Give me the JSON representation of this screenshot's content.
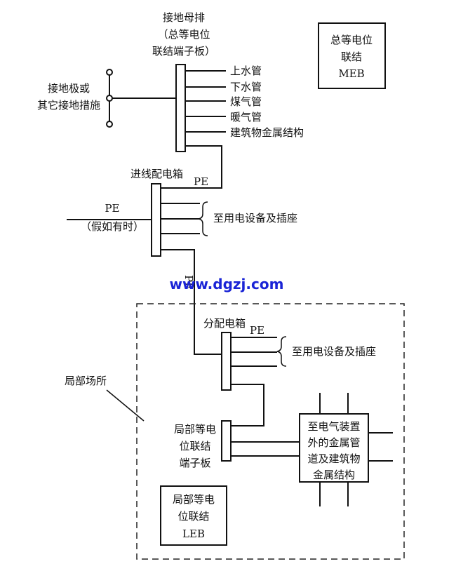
{
  "meb_main_bar_label": [
    "接地母排",
    "（总等电位",
    "联结端子板）"
  ],
  "meb_box": [
    "总等电位",
    "联结",
    "MEB"
  ],
  "earth_label": [
    "接地极或",
    "其它接地措施"
  ],
  "pipes": [
    "上水管",
    "下水管",
    "煤气管",
    "暖气管",
    "建筑物金属结构"
  ],
  "incoming_box_label": "进线配电箱",
  "pe": "PE",
  "pe_left": "PE",
  "pe_left_note": "（假如有时）",
  "to_equipment_1": "至用电设备及插座",
  "pe_vertical": "PE",
  "watermark": "www.dgzj.com",
  "dist_box_label": "分配电箱",
  "pe_dist": "PE",
  "to_equipment_2": "至用电设备及插座",
  "local_place": "局部场所",
  "leb_bar_label": [
    "局部等电",
    "位联结",
    "端子板"
  ],
  "ext_box": [
    "至电气装置",
    "外的金属管",
    "道及建筑物",
    "金属结构"
  ],
  "leb_box": [
    "局部等电",
    "位联结",
    "LEB"
  ],
  "colors": {
    "line": "#111111",
    "watermark": "#1a24d6"
  }
}
